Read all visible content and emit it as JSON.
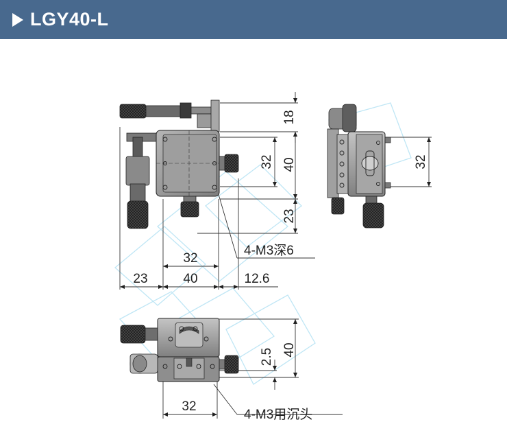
{
  "header": {
    "title": "LGY40-L",
    "bg": "#48698e"
  },
  "dims": {
    "top_18": "18",
    "top_32v": "32",
    "top_40v": "40",
    "top_23v": "23",
    "top_32h": "32",
    "top_23h": "23",
    "top_40h": "40",
    "top_12_6": "12.6",
    "top_note": "4-M3深6",
    "side_32": "32",
    "bottom_2_5": "2.5",
    "bottom_40": "40",
    "bottom_32": "32",
    "bottom_note": "4-M3用沉头"
  }
}
